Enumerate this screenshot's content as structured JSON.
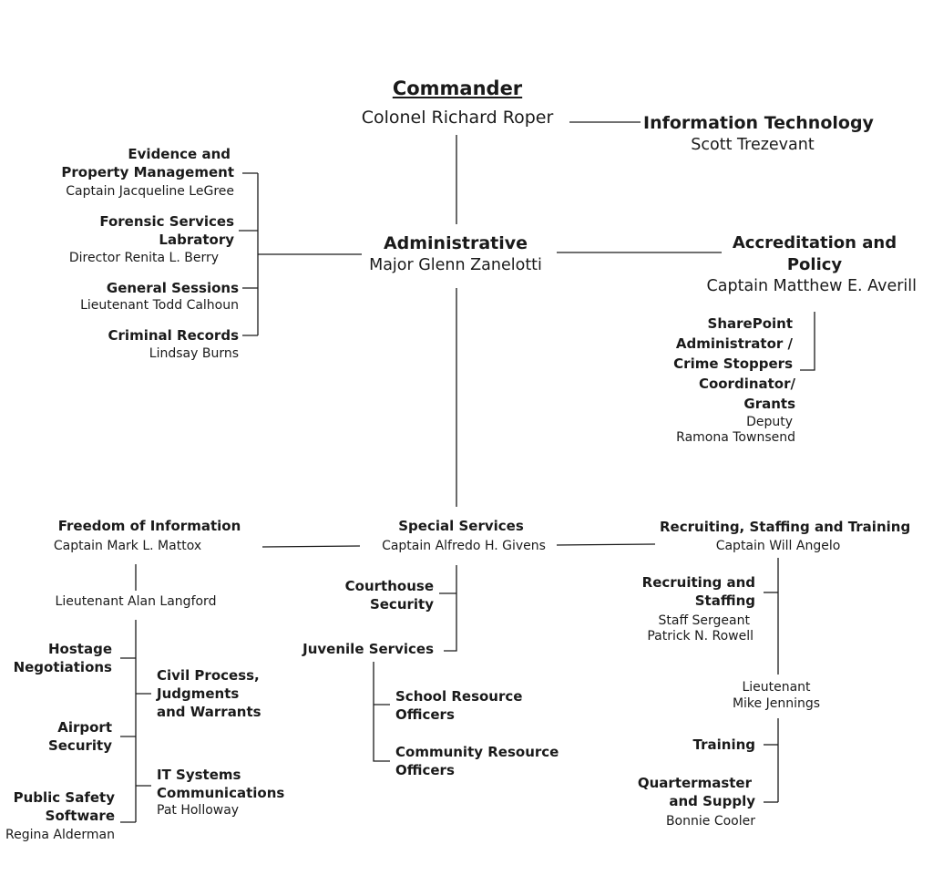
{
  "commander": {
    "heading": "Commander",
    "name": "Colonel Richard Roper"
  },
  "it": {
    "title": "Information Technology",
    "name": "Scott Trezevant"
  },
  "admin": {
    "title": "Administrative",
    "name": "Major Glenn Zanelotti"
  },
  "evidence": {
    "line1": "Evidence and",
    "line2": "Property Management",
    "name": "Captain Jacqueline LeGree"
  },
  "forensic": {
    "line1": "Forensic Services",
    "line2": "Labratory",
    "name": "Director Renita L. Berry"
  },
  "general": {
    "title": "General Sessions",
    "name": "Lieutenant Todd Calhoun"
  },
  "criminal": {
    "title": "Criminal Records",
    "name": "Lindsay Burns"
  },
  "accreditation": {
    "line1": "Accreditation and",
    "line2": "Policy",
    "name": "Captain Matthew E. Averill"
  },
  "sharepoint": {
    "line1": "SharePoint",
    "line2": "Administrator /",
    "line3": "Crime Stoppers",
    "line4": "Coordinator/",
    "line5": "Grants",
    "rank": "Deputy",
    "name": "Ramona Townsend"
  },
  "foi": {
    "title": "Freedom of Information",
    "name": "Captain Mark L. Mattox",
    "sub": "Lieutenant Alan Langford"
  },
  "hostage": {
    "line1": "Hostage",
    "line2": "Negotiations"
  },
  "civil": {
    "line1": "Civil Process,",
    "line2": "Judgments",
    "line3": "and Warrants"
  },
  "airport": {
    "line1": "Airport",
    "line2": "Security"
  },
  "itsys": {
    "line1": "IT Systems",
    "line2": "Communications",
    "name": "Pat Holloway"
  },
  "psafety": {
    "line1": "Public Safety",
    "line2": "Software",
    "name": "Regina Alderman"
  },
  "special": {
    "title": "Special Services",
    "name": "Captain Alfredo H. Givens"
  },
  "courthouse": {
    "line1": "Courthouse",
    "line2": "Security"
  },
  "juvenile": {
    "title": "Juvenile Services"
  },
  "sro": {
    "line1": "School Resource",
    "line2": "Officers"
  },
  "cro": {
    "line1": "Community Resource",
    "line2": "Officers"
  },
  "recruiting": {
    "title": "Recruiting, Staffing and Training",
    "name": "Captain Will Angelo"
  },
  "recstaff": {
    "line1": "Recruiting and",
    "line2": "Staffing",
    "rank": "Staff Sergeant",
    "name": "Patrick N. Rowell"
  },
  "lieutenant": {
    "rank": "Lieutenant",
    "name": "Mike Jennings"
  },
  "training": {
    "title": "Training"
  },
  "quartermaster": {
    "line1": "Quartermaster",
    "line2": "and Supply",
    "name": "Bonnie Cooler"
  }
}
